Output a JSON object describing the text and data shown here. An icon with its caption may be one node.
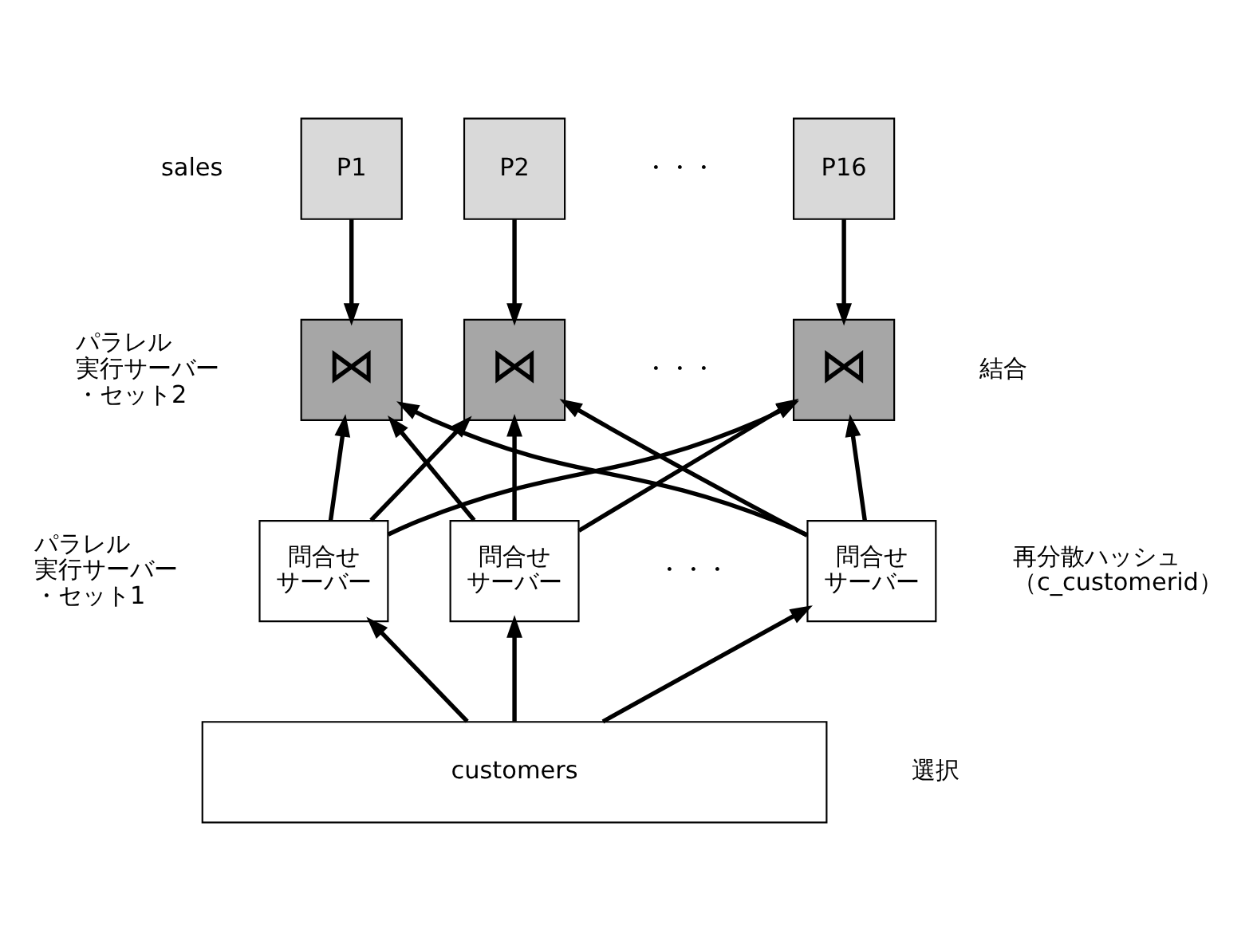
{
  "diagram": {
    "nodes": [
      {
        "text": [
          "P1"
        ]
      },
      {
        "text": [
          "P2"
        ]
      },
      {
        "text": [
          "P16"
        ]
      },
      {
        "text": [
          "⋈"
        ]
      },
      {
        "text": [
          "⋈"
        ]
      },
      {
        "text": [
          "⋈"
        ]
      },
      {
        "text": [
          "問合せサーバー"
        ]
      },
      {
        "text": [
          "問合せサーバー"
        ]
      },
      {
        "text": [
          "問合せサーバー"
        ]
      },
      {
        "text": [
          "customers"
        ]
      }
    ],
    "edges": [
      {
        "from": 0,
        "to": 3,
        "arrow": "to"
      },
      {
        "from": 1,
        "to": 4,
        "arrow": "to"
      },
      {
        "from": 2,
        "to": 5,
        "arrow": "to"
      },
      {
        "from": 6,
        "to": 3,
        "arrow": "to"
      },
      {
        "from": 6,
        "to": 4,
        "arrow": "to"
      },
      {
        "from": 6,
        "to": 5,
        "arrow": "to"
      },
      {
        "from": 7,
        "to": 3,
        "arrow": "to"
      },
      {
        "from": 7,
        "to": 4,
        "arrow": "to"
      },
      {
        "from": 7,
        "to": 5,
        "arrow": "to"
      },
      {
        "from": 8,
        "to": 3,
        "arrow": "to"
      },
      {
        "from": 8,
        "to": 4,
        "arrow": "to"
      },
      {
        "from": 8,
        "to": 5,
        "arrow": "to"
      },
      {
        "from": 9,
        "to": 6,
        "arrow": "to"
      },
      {
        "from": 9,
        "to": 7,
        "arrow": "to"
      },
      {
        "from": 9,
        "to": 8,
        "arrow": "to"
      }
    ],
    "labels": [
      "sales",
      "・・・",
      "・・・",
      "パラレル実行サーバー・セット2",
      "結合",
      "パラレル実行サーバー・セット1",
      "・・・",
      "再分散ハッシュ（c_customerid）",
      "選択"
    ]
  }
}
